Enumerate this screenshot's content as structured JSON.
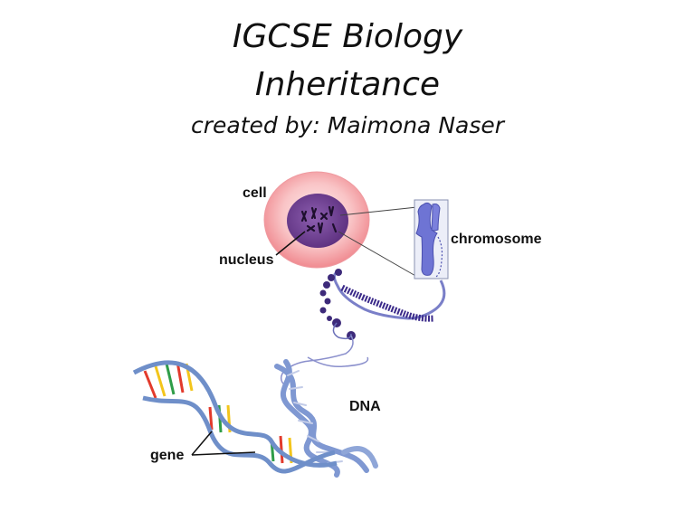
{
  "slide": {
    "title_line1": "IGCSE Biology",
    "title_line2": "Inheritance",
    "subtitle": "created by: Maimona Naser"
  },
  "labels": {
    "cell": "cell",
    "nucleus": "nucleus",
    "chromosome": "chromosome",
    "dna": "DNA",
    "gene": "gene"
  },
  "colors": {
    "cell_outer": "#f6b3b6",
    "cell_inner": "#fde2e2",
    "nucleus": "#6a3d8f",
    "chromosome": "#7b7fd6",
    "dna_backbone": "#8fa6d8",
    "gene_base_colors": [
      "#e23a2c",
      "#f3c51b",
      "#2f9d48"
    ]
  }
}
